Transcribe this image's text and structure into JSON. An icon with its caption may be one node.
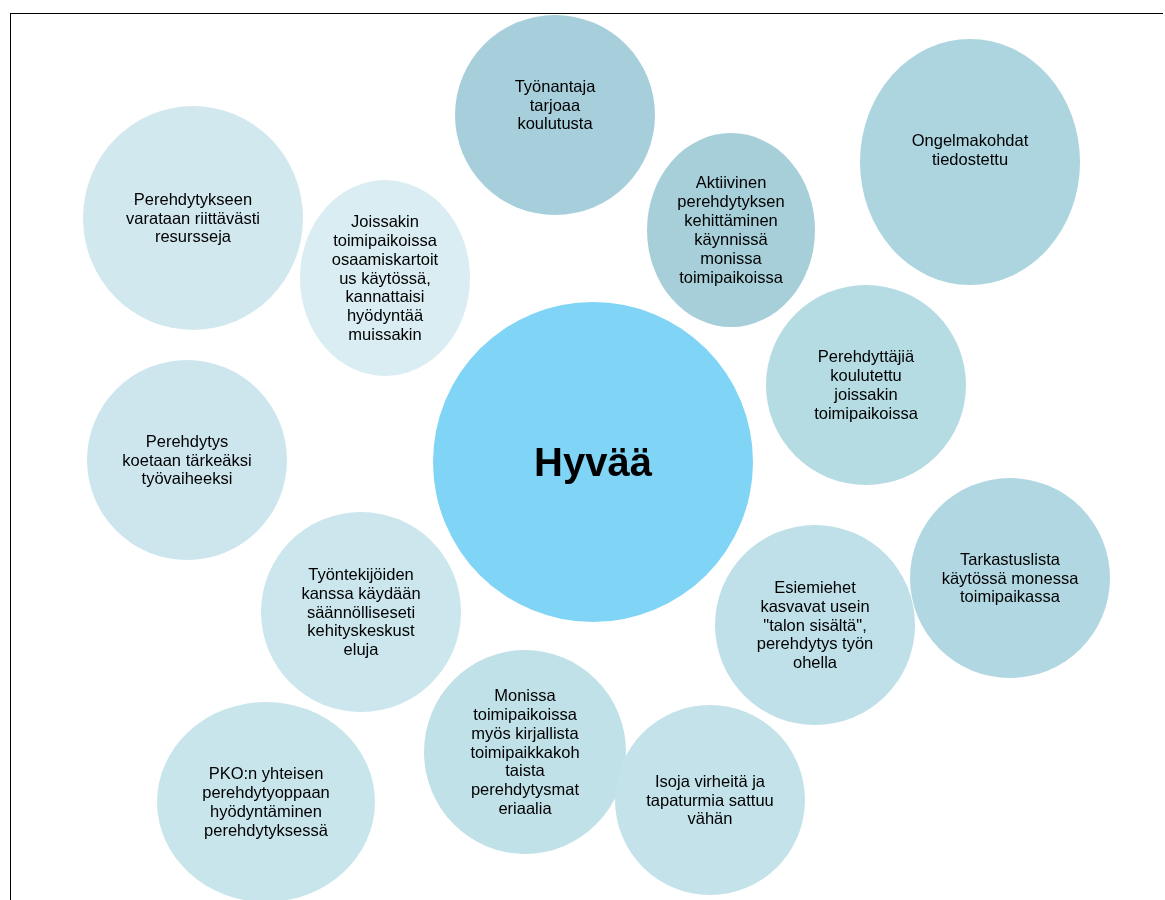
{
  "diagram": {
    "nodes": [
      {
        "text": [
          "Hyvää"
        ]
      },
      {
        "text": [
          "Työnantaja tarjoaa koulutusta"
        ]
      },
      {
        "text": [
          "Ongelmakohdat tiedostettu"
        ]
      },
      {
        "text": [
          "Perehdytykseen varataan riittävästi resursseja"
        ]
      },
      {
        "text": [
          "Joissakin toimipaikoissa osaamiskartoit us käytössä, kannattaisi hyödyntää muissakin"
        ]
      },
      {
        "text": [
          "Aktiivinen perehdytyksen kehittäminen käynnissä monissa toimipaikoissa"
        ]
      },
      {
        "text": [
          "Perehdyttäjiä koulutettu joissakin toimipaikoissa"
        ]
      },
      {
        "text": [
          "Perehdytys koetaan tärkeäksi työvaiheeksi"
        ]
      },
      {
        "text": [
          "Tarkastuslista käytössä monessa toimipaikassa"
        ]
      },
      {
        "text": [
          "Työntekijöiden kanssa käydään säännölliseseti kehityskeskust eluja"
        ]
      },
      {
        "text": [
          "Esiemiehet kasvavat usein \"talon sisältä\", perehdytys työn ohella"
        ]
      },
      {
        "text": [
          "Monissa toimipaikoissa myös kirjallista toimipaikkakoh taista perehdytysmat eriaalia"
        ]
      },
      {
        "text": [
          "PKO:n yhteisen perehdytyoppaan hyödyntäminen perehdytyksessä"
        ]
      },
      {
        "text": [
          "Isoja virheitä ja tapaturmia sattuu vähän"
        ]
      }
    ],
    "edges": []
  }
}
